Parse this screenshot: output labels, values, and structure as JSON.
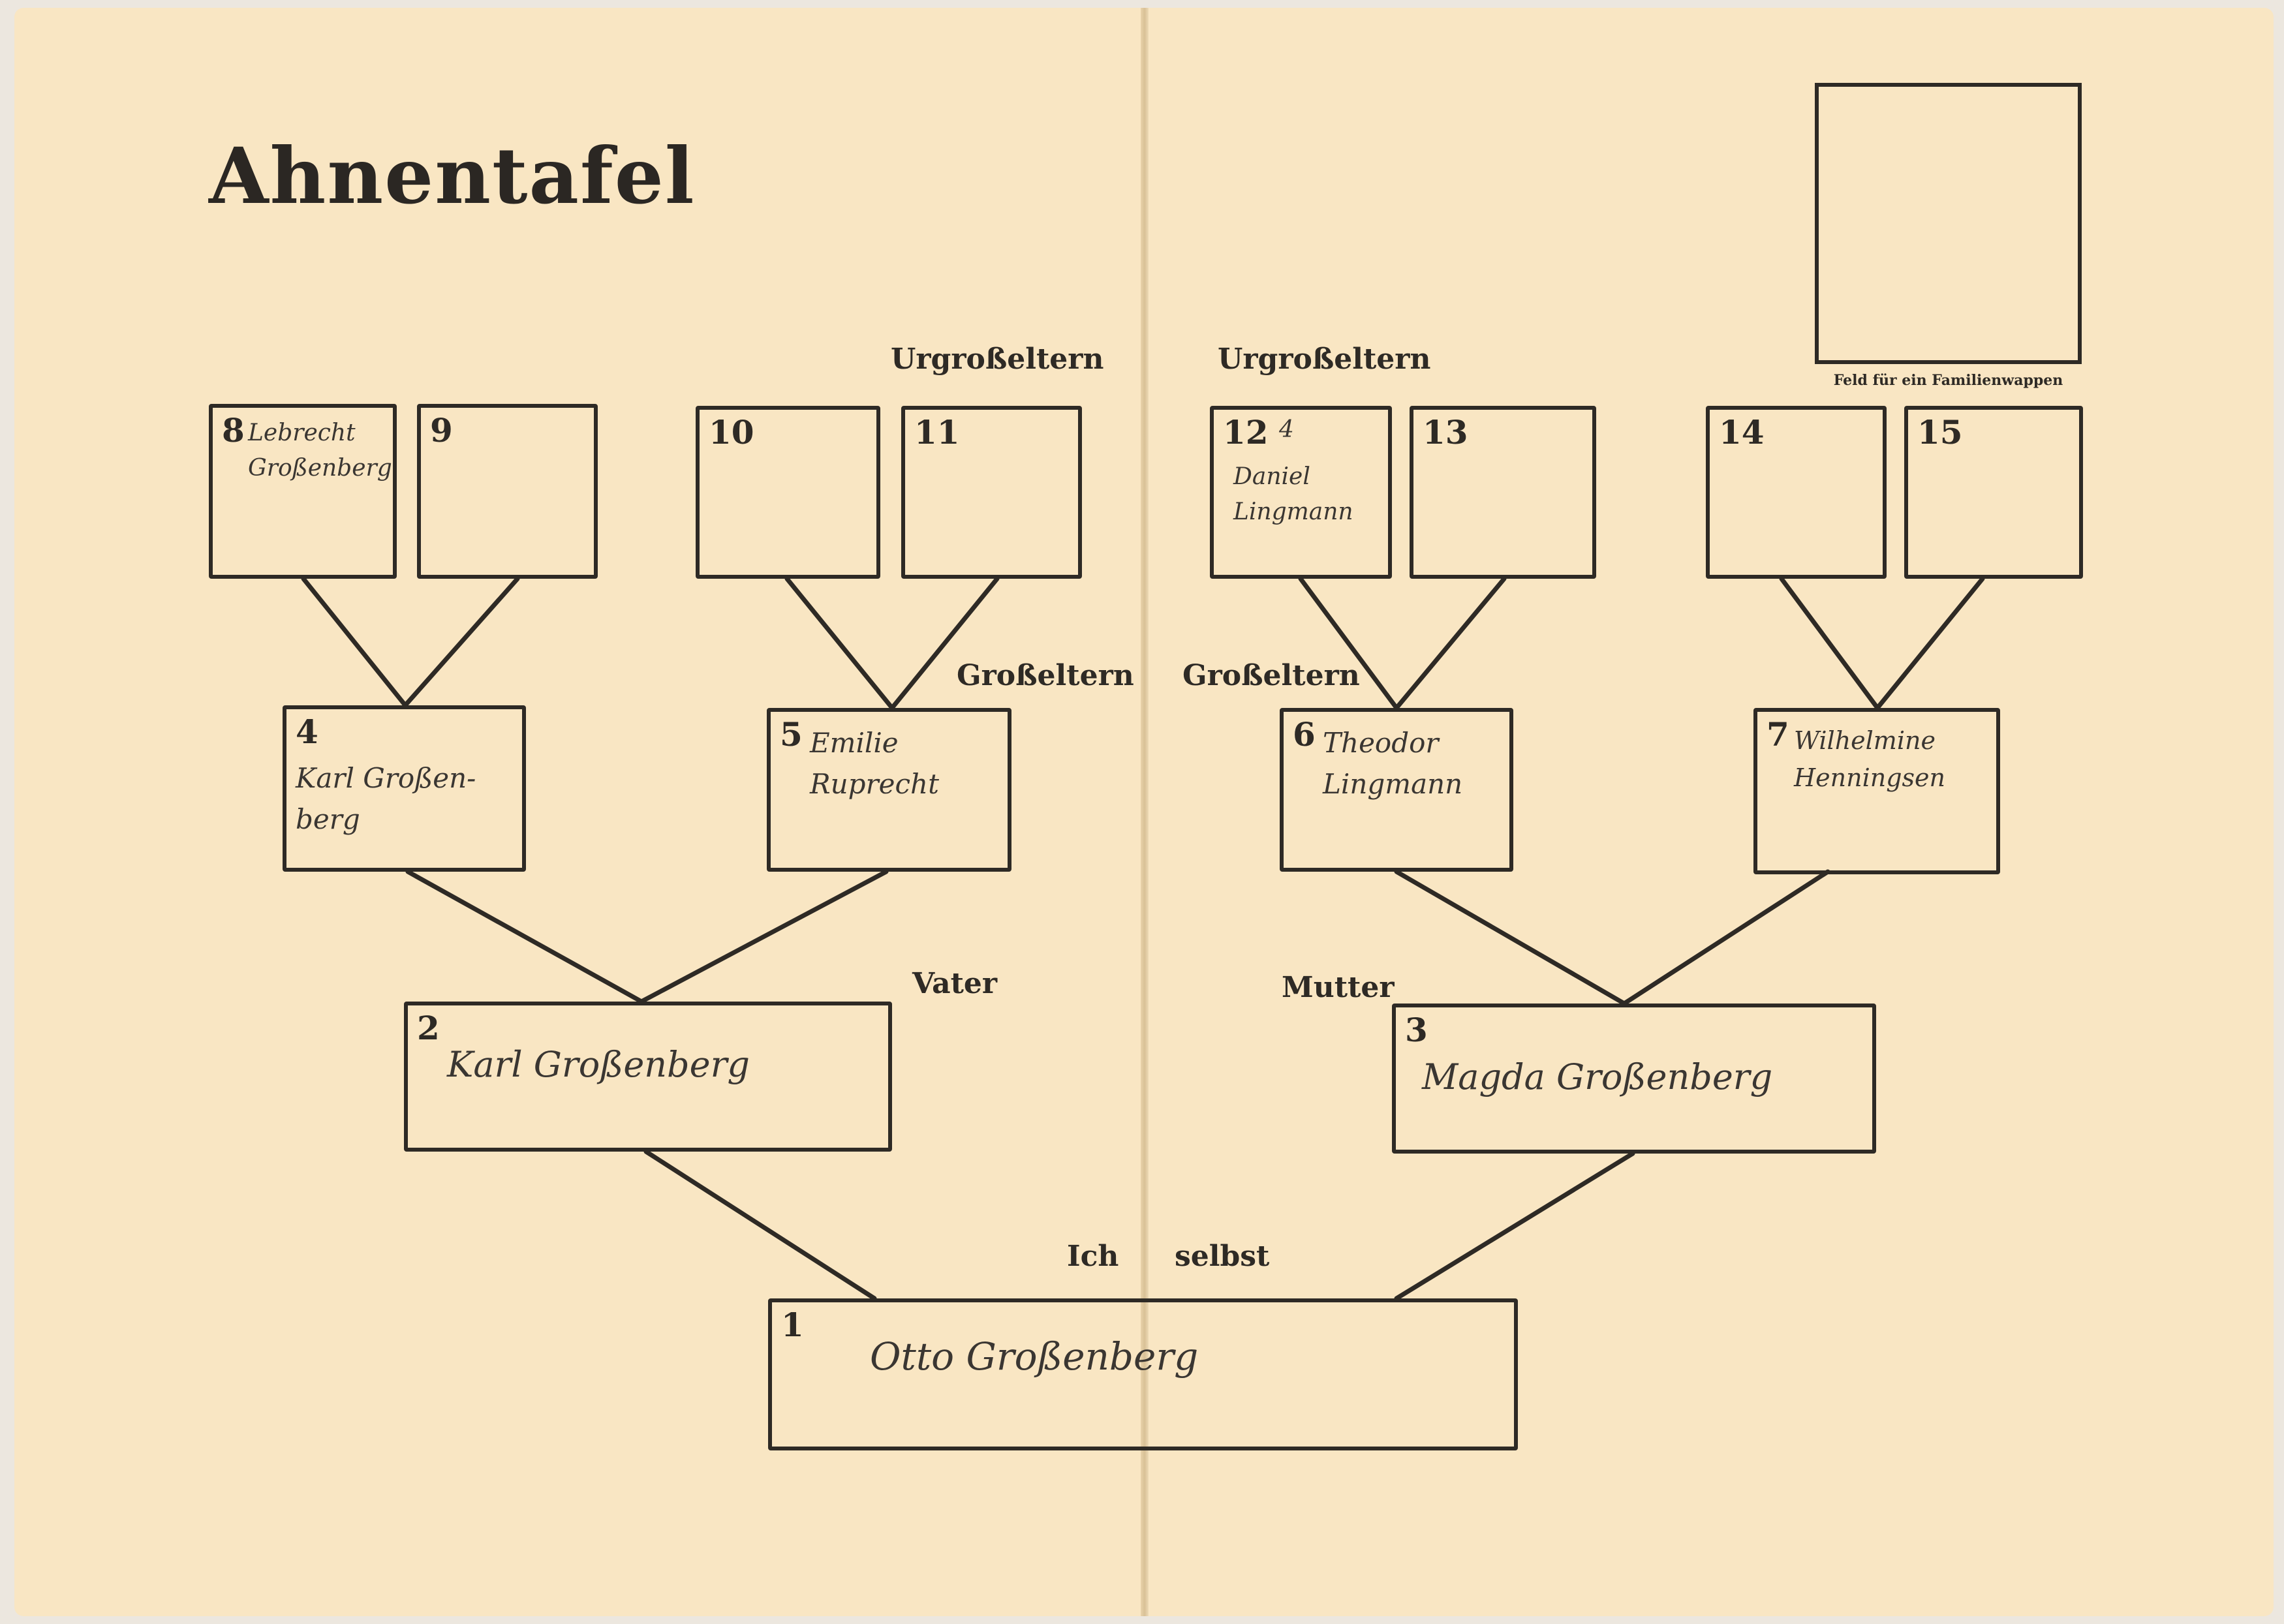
{
  "title": "Ahnentafel",
  "crest_caption": "Feld für ein Familienwappen",
  "labels": {
    "great_grandparents_left": "Urgroßeltern",
    "great_grandparents_right": "Urgroßeltern",
    "grandparents_left": "Großeltern",
    "grandparents_right": "Großeltern",
    "father": "Vater",
    "mother": "Mutter",
    "self_left": "Ich",
    "self_right": "selbst"
  },
  "persons": {
    "p1": {
      "num": "1",
      "name": "Otto Großenberg"
    },
    "p2": {
      "num": "2",
      "name": "Karl Großenberg"
    },
    "p3": {
      "num": "3",
      "name": "Magda Großenberg"
    },
    "p4": {
      "num": "4",
      "name": "Karl Großen-berg"
    },
    "p5": {
      "num": "5",
      "name": "Emilie Ruprecht"
    },
    "p6": {
      "num": "6",
      "name": "Theodor Lingmann"
    },
    "p7": {
      "num": "7",
      "name": "Wilhelmine Henningsen"
    },
    "p8": {
      "num": "8",
      "name": "Lebrecht Großenberg"
    },
    "p9": {
      "num": "9",
      "name": ""
    },
    "p10": {
      "num": "10",
      "name": ""
    },
    "p11": {
      "num": "11",
      "name": ""
    },
    "p12": {
      "num": "12",
      "extra": "4",
      "name": "Daniel Lingmann"
    },
    "p13": {
      "num": "13",
      "name": ""
    },
    "p14": {
      "num": "14",
      "name": ""
    },
    "p15": {
      "num": "15",
      "name": ""
    }
  }
}
